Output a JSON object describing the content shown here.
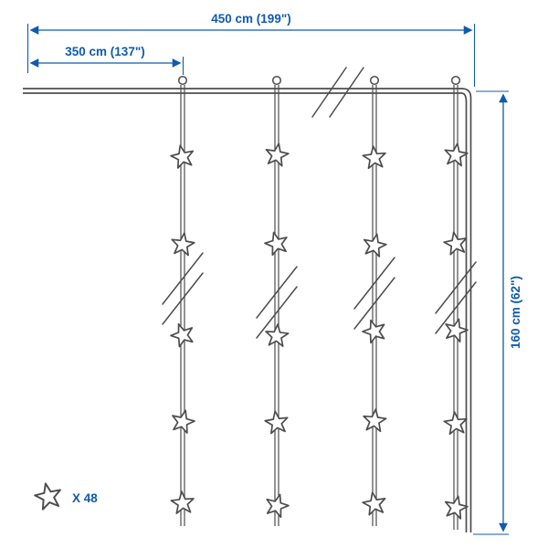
{
  "colors": {
    "dimension_blue": "#0f5bad",
    "line_gray": "#4d4d4d",
    "background": "#ffffff"
  },
  "dimensions": {
    "total_width": "450 cm (199\")",
    "inner_width": "350 cm (137\")",
    "height": "160 cm (62\")"
  },
  "legend": {
    "star_icon": "star-icon",
    "count_label": "X 48"
  }
}
